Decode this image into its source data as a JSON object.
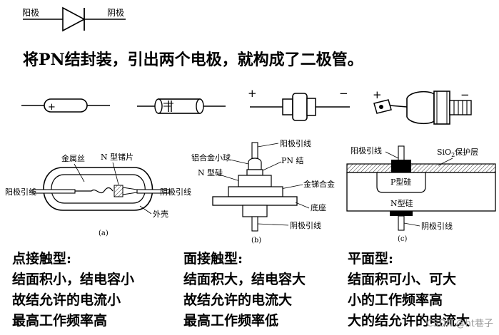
{
  "symbol": {
    "anode": "阳极",
    "cathode": "阴极"
  },
  "headline": "将PN结封装，引出两个电极，就构成了二极管。",
  "packages": {
    "plus_sign": "+",
    "minus_sign": "−"
  },
  "diagram_a": {
    "gold_wire": "金属丝",
    "n_germanium": "N 型锗片",
    "anode_lead": "阳极引线",
    "cathode_lead": "阴极引线",
    "shell": "外壳",
    "caption": "(a)"
  },
  "diagram_b": {
    "anode_lead": "阳极引线",
    "alloy_ball": "铝合金小球",
    "pn_junction": "PN 结",
    "n_silicon": "N 型硅",
    "gold_antimony": "金锑合金",
    "base": "底座",
    "cathode_lead": "阴极引线",
    "caption": "(b)"
  },
  "diagram_c": {
    "anode_lead": "阳极引线",
    "sio2_prefix": "SiO",
    "sio2_sub": "2",
    "sio2_suffix": "保护层",
    "p_silicon": "P型硅",
    "n_silicon": "N型硅",
    "cathode_lead": "阴极引线",
    "caption": "(c)"
  },
  "columns": [
    {
      "title": "点接触型:",
      "lines": [
        "结面积小，结电容小",
        "故结允许的电流小",
        "最高工作频率高"
      ]
    },
    {
      "title": "面接触型:",
      "lines": [
        "结面积大，结电容大",
        "故结允许的电流大",
        "最高工作频率低"
      ]
    },
    {
      "title": "平面型:",
      "lines": [
        "结面积可小、可大",
        "小的工作频率高",
        "大的结允许的电流大"
      ]
    }
  ],
  "watermark": "CSDN @ht巷子"
}
